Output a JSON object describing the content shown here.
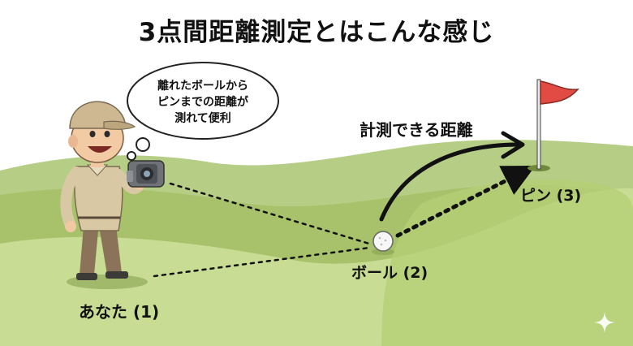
{
  "title": "3点間距離測定とはこんな感じ",
  "thought_bubble": {
    "line1": "離れたボールから",
    "line2": "ピンまでの距離が",
    "line3": "測れて便利"
  },
  "arrow_label": "計測できる距離",
  "points": {
    "you": "あなた (1)",
    "ball": "ボール (2)",
    "pin": "ピン (3)"
  },
  "colors": {
    "grass_back": "#b9cf86",
    "grass_mid": "#a8c36c",
    "grass_front": "#c8dc92",
    "fairway": "#9fbd5a",
    "flag": "#e14b44",
    "line": "#111111"
  },
  "icons": [
    "golfer",
    "rangefinder",
    "golf-ball",
    "flag",
    "sparkle-icon"
  ]
}
